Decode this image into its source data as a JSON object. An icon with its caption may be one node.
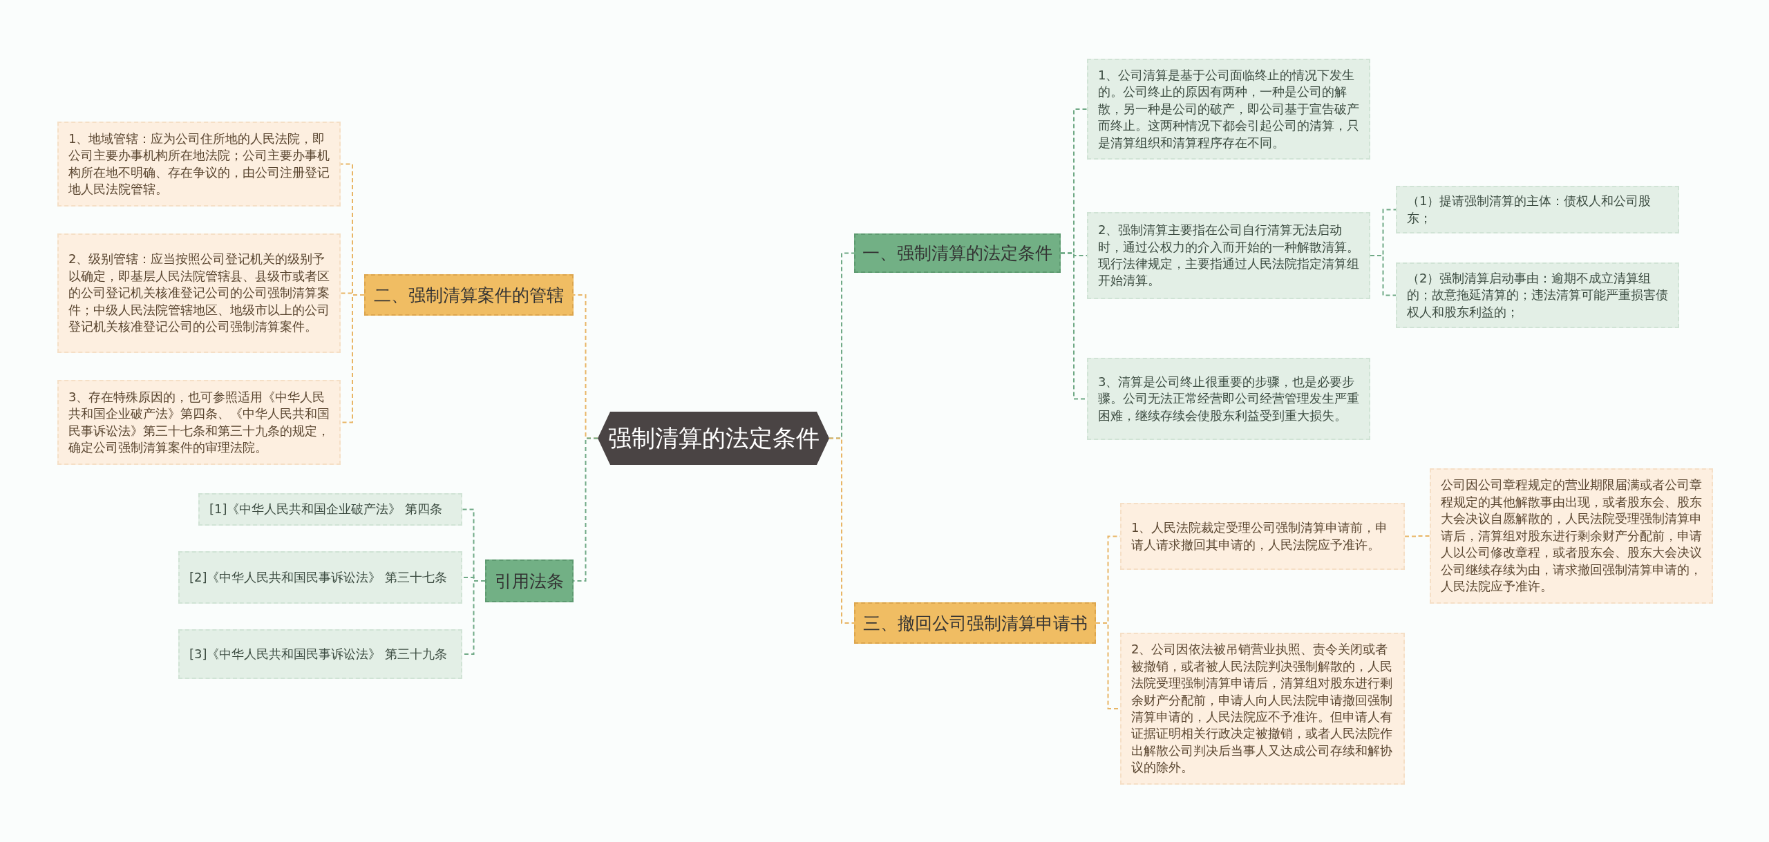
{
  "diagram": {
    "nodes": [
      {
        "text": [
          "强制清算的法定条件"
        ]
      },
      {
        "text": [
          "一、强制清算的法定条件"
        ]
      },
      {
        "text": [
          "1、公司清算是基于公司面临终止的情况下发生的。公司终止的原因有两种，一种是公司的解散，另一种是公司的破产，即公司基于宣告破产而终止。这两种情况下都会引起公司的清算，只是清算组织和清算程序存在不同。"
        ]
      },
      {
        "text": [
          "2、强制清算主要指在公司自行清算无法启动时，通过公权力的介入而开始的一种解散清算。现行法律规定，主要指通过人民法院指定清算组开始清算。"
        ]
      },
      {
        "text": [
          "（1）提请强制清算的主体：债权人和公司股东；"
        ]
      },
      {
        "text": [
          "（2）强制清算启动事由：逾期不成立清算组的；故意拖延清算的；违法清算可能严重损害债权人和股东利益的；"
        ]
      },
      {
        "text": [
          "3、清算是公司终止很重要的步骤，也是必要步骤。公司无法正常经营即公司经营管理发生严重困难，继续存续会使股东利益受到重大损失。"
        ]
      },
      {
        "text": [
          "二、强制清算案件的管辖"
        ]
      },
      {
        "text": [
          "1、地域管辖：应为公司住所地的人民法院，即公司主要办事机构所在地法院；公司主要办事机构所在地不明确、存在争议的，由公司注册登记地人民法院管辖。"
        ]
      },
      {
        "text": [
          "2、级别管辖：应当按照公司登记机关的级别予以确定，即基层人民法院管辖县、县级市或者区的公司登记机关核准登记公司的公司强制清算案件；中级人民法院管辖地区、地级市以上的公司登记机关核准登记公司的公司强制清算案件。"
        ]
      },
      {
        "text": [
          "3、存在特殊原因的，也可参照适用《中华人民共和国企业破产法》第四条、《中华人民共和国民事诉讼法》第三十七条和第三十九条的规定，确定公司强制清算案件的审理法院。"
        ]
      },
      {
        "text": [
          "引用法条"
        ]
      },
      {
        "text": [
          "[1]《中华人民共和国企业破产法》 第四条"
        ]
      },
      {
        "text": [
          "[2]《中华人民共和国民事诉讼法》 第三十七条"
        ]
      },
      {
        "text": [
          "[3]《中华人民共和国民事诉讼法》 第三十九条"
        ]
      },
      {
        "text": [
          "三、撤回公司强制清算申请书"
        ]
      },
      {
        "text": [
          "1、人民法院裁定受理公司强制清算申请前，申请人请求撤回其申请的，人民法院应予准许。"
        ]
      },
      {
        "text": [
          "公司因公司章程规定的营业期限届满或者公司章程规定的其他解散事由出现，或者股东会、股东大会决议自愿解散的，人民法院受理强制清算申请后，清算组对股东进行剩余财产分配前，申请人以公司修改章程，或者股东会、股东大会决议公司继续存续为由，请求撤回强制清算申请的，人民法院应予准许。"
        ]
      },
      {
        "text": [
          "2、公司因依法被吊销营业执照、责令关闭或者被撤销，或者被人民法院判决强制解散的，人民法院受理强制清算申请后，清算组对股东进行剩余财产分配前，申请人向人民法院申请撤回强制清算申请的，人民法院应不予准许。但申请人有证据证明相关行政决定被撤销，或者人民法院作出解散公司判决后当事人又达成公司存续和解协议的除外。"
        ]
      }
    ],
    "edges": [
      {
        "from": 0,
        "to": 1,
        "arrow": "none"
      },
      {
        "from": 1,
        "to": 2,
        "arrow": "none"
      },
      {
        "from": 1,
        "to": 3,
        "arrow": "none"
      },
      {
        "from": 3,
        "to": 4,
        "arrow": "none"
      },
      {
        "from": 3,
        "to": 5,
        "arrow": "none"
      },
      {
        "from": 1,
        "to": 6,
        "arrow": "none"
      },
      {
        "from": 0,
        "to": 7,
        "arrow": "none",
        "color": "#e8b565"
      },
      {
        "from": 7,
        "to": 8,
        "arrow": "none",
        "color": "#e8b565"
      },
      {
        "from": 7,
        "to": 9,
        "arrow": "none",
        "color": "#e8b565"
      },
      {
        "from": 7,
        "to": 10,
        "arrow": "none",
        "color": "#e8b565"
      },
      {
        "from": 0,
        "to": 11,
        "arrow": "none"
      },
      {
        "from": 11,
        "to": 12,
        "arrow": "none"
      },
      {
        "from": 11,
        "to": 13,
        "arrow": "none"
      },
      {
        "from": 11,
        "to": 14,
        "arrow": "none"
      },
      {
        "from": 0,
        "to": 15,
        "arrow": "none",
        "color": "#e8b565"
      },
      {
        "from": 15,
        "to": 16,
        "arrow": "none",
        "color": "#e8b565"
      },
      {
        "from": 16,
        "to": 17,
        "arrow": "none",
        "color": "#e8b565"
      },
      {
        "from": 15,
        "to": 18,
        "arrow": "none",
        "color": "#e8b565"
      }
    ]
  }
}
